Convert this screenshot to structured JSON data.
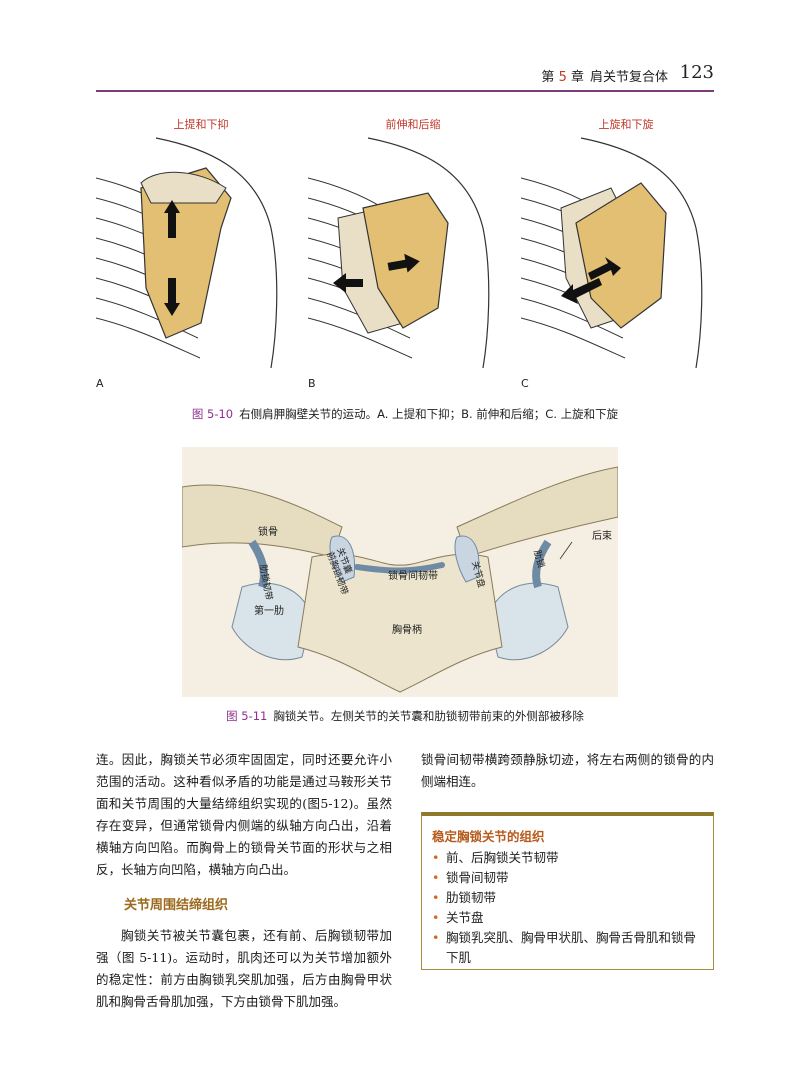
{
  "header": {
    "chapter_prefix": "第",
    "chapter_num": "5",
    "chapter_suffix": "章",
    "title": "肩关节复合体",
    "page": "123"
  },
  "figure_5_10": {
    "panels": [
      {
        "label": "上提和下抑",
        "letter": "A"
      },
      {
        "label": "前伸和后缩",
        "letter": "B"
      },
      {
        "label": "上旋和下旋",
        "letter": "C"
      }
    ],
    "caption_number": "图 5-10",
    "caption_text": "右侧肩胛胸壁关节的运动。A. 上提和下抑；B. 前伸和后缩；C. 上旋和下旋"
  },
  "figure_5_11": {
    "labels": {
      "clavicle": "锁骨",
      "costoclavicular": "肋锁韧带",
      "capsule": "关节囊",
      "sternoclavicular_lig": "前胸锁韧带",
      "interclavicular": "锁骨间韧带",
      "first_rib": "第一肋",
      "manubrium": "胸骨柄",
      "posterior_bundle": "后束",
      "right_lig1": "关节盘",
      "right_lig2": "肋锁"
    },
    "caption_number": "图 5-11",
    "caption_text": "胸锁关节。左侧关节的关节囊和肋锁韧带前束的外侧部被移除"
  },
  "left_column": {
    "para1": "连。因此，胸锁关节必须牢固固定，同时还要允许小范围的活动。这种看似矛盾的功能是通过马鞍形关节面和关节周围的大量结缔组织实现的(图5-12)。虽然存在变异，但通常锁骨内侧端的纵轴方向凸出，沿着横轴方向凹陷。而胸骨上的锁骨关节面的形状与之相反，长轴方向凹陷，横轴方向凸出。",
    "heading": "关节周围结缔组织",
    "para2": "胸锁关节被关节囊包裹，还有前、后胸锁韧带加强（图 5-11)。运动时，肌肉还可以为关节增加额外的稳定性：前方由胸锁乳突肌加强，后方由胸骨甲状肌和胸骨舌骨肌加强，下方由锁骨下肌加强。"
  },
  "right_column": {
    "para1": "锁骨间韧带横跨颈静脉切迹，将左右两侧的锁骨的内侧端相连。"
  },
  "box": {
    "title": "稳定胸锁关节的组织",
    "items": [
      "前、后胸锁关节韧带",
      "锁骨间韧带",
      "肋锁韧带",
      "关节盘",
      "胸锁乳突肌、胸骨甲状肌、胸骨舌骨肌和锁骨下肌"
    ]
  },
  "colors": {
    "accent_purple": "#8e2f8e",
    "accent_red": "#c0392b",
    "heading_gold": "#9b6a1c",
    "bone": "#e8dfc6",
    "scapula": "#e3bf73"
  }
}
